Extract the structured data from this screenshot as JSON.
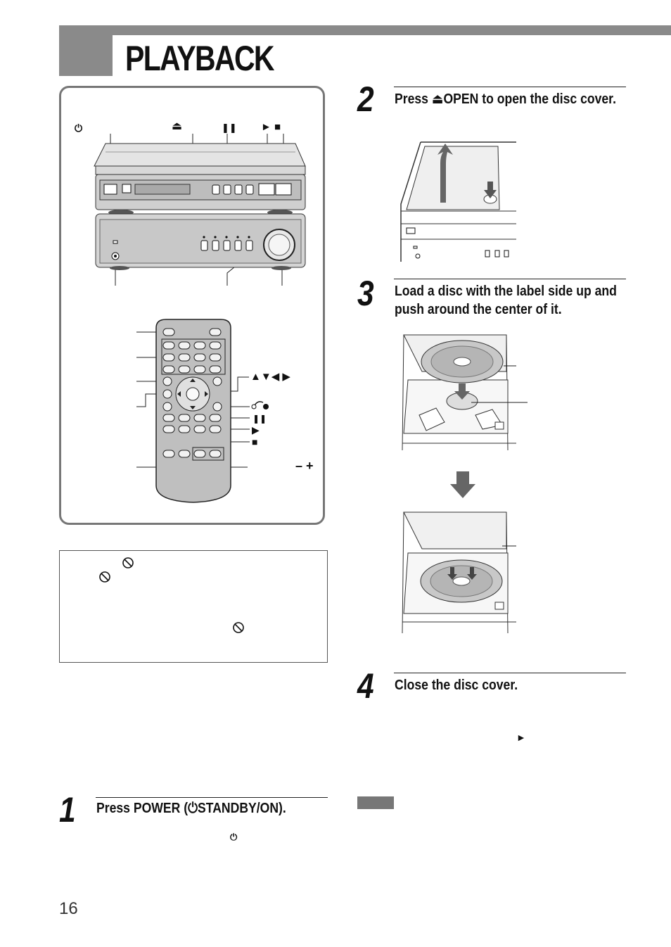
{
  "header": {
    "title": "PLAYBACK"
  },
  "illustration": {
    "symbols": {
      "power": "⏻",
      "eject": "⏏",
      "pause": "❚❚",
      "play_stop": "► ■",
      "arrows": "▲▼◀ ▶",
      "remote_pause": "❚❚",
      "remote_play": "▶",
      "remote_stop": "■",
      "volume": "– +"
    }
  },
  "note": {
    "prohibit_symbol": "⃠"
  },
  "steps": [
    {
      "number": "1",
      "text": "Press POWER (⏻STANDBY/ON).",
      "sub_symbol": "⏻"
    },
    {
      "number": "2",
      "text": "Press ⏏OPEN to open the disc cover."
    },
    {
      "number": "3",
      "text_line1": "Load a disc with the label side up and",
      "text_line2": "push around the center of it."
    },
    {
      "number": "4",
      "text": "Close the disc cover.",
      "sub_symbol": "►"
    }
  ],
  "page_number": "16"
}
